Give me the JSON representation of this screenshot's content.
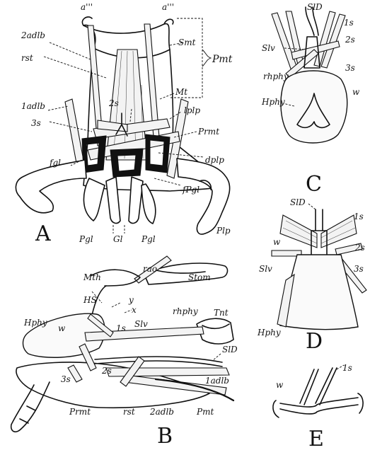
{
  "figure": {
    "A": {
      "letter": "A",
      "labels": {
        "a3_left": "a'''",
        "a3_right": "a'''",
        "adlb2": "2adlb",
        "rst": "rst",
        "smt": "Smt",
        "pmt": "Pmt",
        "mt": "Mt",
        "adlb1": "1adlb",
        "s2": "2s",
        "s3": "3s",
        "lplp": "lplp",
        "prmt": "Prmt",
        "fgl": "fgl",
        "dplp": "dplp",
        "fpgl": "fPgl",
        "pgl_left": "Pgl",
        "gl": "Gl",
        "pgl_right": "Pgl",
        "plp": "Plp"
      }
    },
    "B": {
      "letter": "B",
      "labels": {
        "mth": "Mth",
        "rao": "rao",
        "stom": "Stom",
        "hs": "HS",
        "y": "y",
        "x": "x",
        "hphy": "Hphy",
        "w": "w",
        "s1": "1s",
        "slv": "Slv",
        "rhphy": "rhphy",
        "tnt": "Tnt",
        "sld": "SlD",
        "s2": "2s",
        "s3": "3s",
        "adlb1": "1adlb",
        "prmt": "Prmt",
        "rst": "rst",
        "adlb2": "2adlb",
        "pmt": "Pmt"
      }
    },
    "C": {
      "letter": "C",
      "labels": {
        "sld": "SlD",
        "s1": "1s",
        "slv": "Slv",
        "s2": "2s",
        "rhphy": "rhphy",
        "s3": "3s",
        "hphy": "Hphy",
        "w": "w"
      }
    },
    "D": {
      "letter": "D",
      "labels": {
        "sld": "SlD",
        "s1": "1s",
        "w": "w",
        "s2": "2s",
        "slv": "Slv",
        "s3": "3s",
        "hphy": "Hphy"
      }
    },
    "E": {
      "letter": "E",
      "labels": {
        "w": "w",
        "s1": "1s"
      }
    }
  }
}
